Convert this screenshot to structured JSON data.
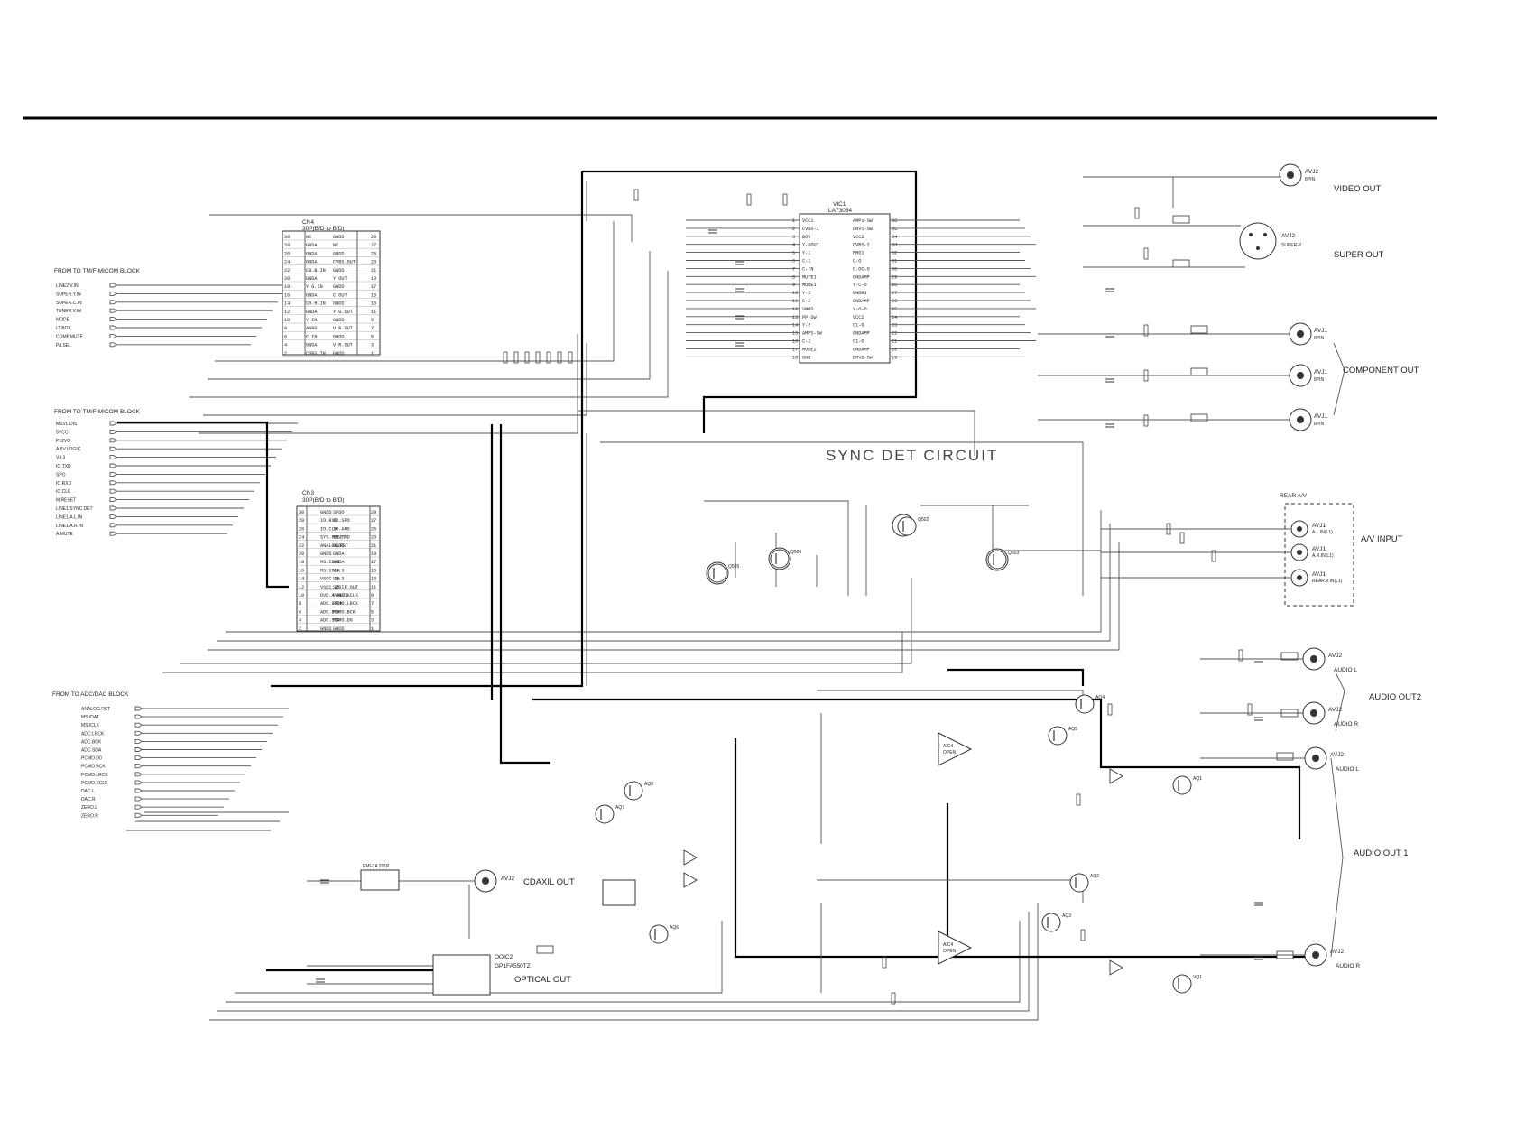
{
  "blocks": {
    "micom1": {
      "title": "FROM TO TM/F-MICOM BLOCK",
      "signals": [
        "LINE2.V.IN",
        "SUPER.Y.IN",
        "SUPER.C.IN",
        "TUNER.V.IN",
        "MODE",
        "LT.BOX",
        "COMP.MUTE",
        "P/I.SEL"
      ]
    },
    "micom2": {
      "title": "FROM TO TM/F-MICOM BLOCK",
      "signals": [
        "MSVL.DIS",
        "5VCC",
        "P12VO",
        "A.5V.LOGIC",
        "V3.3",
        "IO.TXD",
        "SPO",
        "IO.RXD",
        "IO.CLK",
        "M.RESET",
        "LINE1.SYNC.DET",
        "LINE1.A.L.IN",
        "LINE1.A.R.IN",
        "A.MUTE"
      ]
    },
    "adc": {
      "title": "FROM TO ADC/DAC BLOCK",
      "signals": [
        "ANALOG.RST",
        "MS.IDAT",
        "MS.ICLK",
        "ADC.LRCK",
        "ADC.BCK",
        "ADC.SDA",
        "PCMO.D0",
        "PCMO.BCK",
        "PCMO.LRCK",
        "PCMO.XCLK",
        "DAC.L",
        "DAC.R",
        "ZERO.L",
        "ZERO.R"
      ]
    }
  },
  "cn4": {
    "name": "CN4",
    "desc": "30P(B/D to B/D)",
    "left": [
      "NC",
      "GNDA",
      "GNDA",
      "GNDA",
      "CB.B.IN",
      "GNDA",
      "Y.G.IN",
      "GNDA",
      "CR.R.IN",
      "GNDA",
      "Y.IN",
      "AGND",
      "C.IN",
      "GNDA",
      "CVBS.IN"
    ],
    "right": [
      "GNDD",
      "NC",
      "GNDD",
      "CVBS.OUT",
      "GNDD",
      "Y.OUT",
      "GNDD",
      "C.OUT",
      "GNDD",
      "Y.G.OUT",
      "GNDD",
      "U.B.OUT",
      "GNDD",
      "V.R.OUT",
      "GNDD"
    ]
  },
  "cn3": {
    "name": "CN3",
    "desc": "30P(B/D to B/D)",
    "left": [
      "GNDD",
      "IO.RXD",
      "IO.CLK",
      "SYS.RESET",
      "ANALOG.RST",
      "GNDD",
      "MS.IDAT",
      "MS.ICLK",
      "VSCC.25",
      "VSCC.25",
      "DVD.A.MUTE",
      "ADC.LRCK",
      "ADC.BCK",
      "ADC.SDA",
      "GNDD"
    ],
    "right": [
      "SPDO",
      "IO.SPO",
      "IO.ARG",
      "IO.TXD",
      "GNDD",
      "GNDA",
      "GNDA",
      "V3.3",
      "V3.3",
      "SPDIF.OUT",
      "PCMO.XCLK",
      "PCMO.LRCK",
      "PCMO.BCK",
      "PCMO.D0",
      "GNDD"
    ]
  },
  "vic1": {
    "name": "VIC1",
    "part": "LA73054",
    "left": [
      "VCC1",
      "CVBS-1",
      "BOV",
      "Y-SOUT",
      "Y-1",
      "C-1",
      "C-IN",
      "MUTE1",
      "MODE1",
      "Y-2",
      "C-2",
      "SMOD",
      "PP-SW",
      "Y-2",
      "AMPS-SW",
      "C-2",
      "MODE2",
      "GND"
    ],
    "right": [
      "AMP1-SW",
      "DRV1-SW",
      "VCC2",
      "CVBS-2",
      "PRG1",
      "C-O",
      "C.OC-O",
      "GNDAMP",
      "Y-C-O",
      "GNDR1",
      "GNDAMP",
      "Y-O-O",
      "VCC2",
      "C1-O",
      "GNDAMP",
      "C1-O",
      "GNDAMP",
      "DRV2-SW"
    ]
  },
  "titles": {
    "sync": "SYNC DET CIRCUIT",
    "video_out": "VIDEO OUT",
    "super_out": "SUPER OUT",
    "component_out": "COMPONENT OUT",
    "rear": "REAR A/V",
    "av_input": "A/V INPUT",
    "audio_out2": "AUDIO OUT2",
    "audio_out1": "AUDIO OUT 1",
    "coaxil_out": "CDAXIL OUT",
    "optical_out": "OPTICAL OUT",
    "optical_part": "GP1FA550TZ",
    "optical_ref": "OOIC2",
    "coax_part": "EMI-2A 201P"
  },
  "jacks": {
    "video": {
      "ref": "AVJ2",
      "pin": "8PIN"
    },
    "super": {
      "ref": "AVJ2",
      "pin": "SUPER-P"
    },
    "comp": [
      {
        "ref": "AVJ1",
        "pin": "8PIN"
      },
      {
        "ref": "AVJ1",
        "pin": "8PIN"
      },
      {
        "ref": "AVJ1",
        "pin": "8PIN"
      }
    ],
    "rear": [
      {
        "ref": "AVJ1",
        "sig": "A.L.IN(L1)"
      },
      {
        "ref": "AVJ1",
        "sig": "A.R.IN(L1)"
      },
      {
        "ref": "AVJ1",
        "sig": "REAR.V.IN(L1)"
      }
    ],
    "audio_l": {
      "ref": "AVJ2",
      "label": "AUDIO L"
    },
    "audio_r": {
      "ref": "AVJ2",
      "label": "AUDIO R"
    },
    "audio_l1": {
      "ref": "AVJ2",
      "label": "AUDIO L"
    },
    "audio_r1": {
      "ref": "AVJ2",
      "label": "AUDIO R"
    },
    "coax": {
      "ref": "AVJ2"
    }
  },
  "opamps": [
    {
      "ref": "AIC4",
      "type": "OPEN"
    },
    {
      "ref": "AIC4",
      "type": "OPEN"
    }
  ],
  "transistors": [
    "AQ8",
    "AQ7",
    "AQ6",
    "AQ5",
    "AQ4",
    "AQ3",
    "AQ2",
    "AQ1",
    "VQ1",
    "Q502",
    "Q503",
    "Q505",
    "Q506"
  ]
}
